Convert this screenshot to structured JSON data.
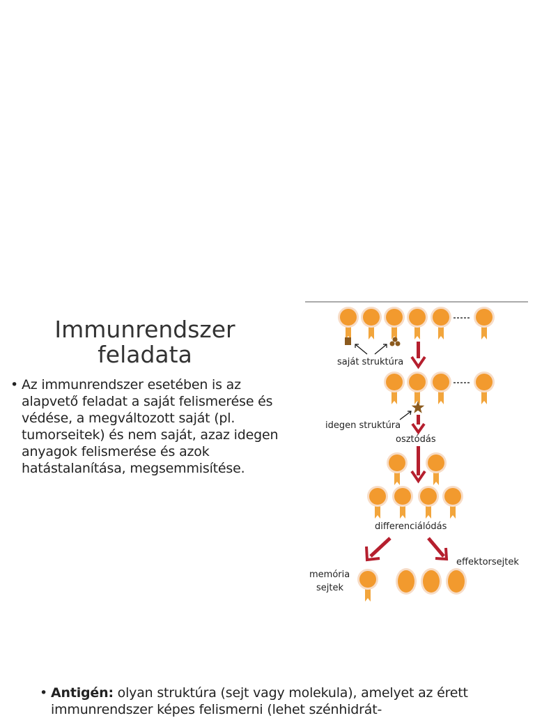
{
  "slide": {
    "title": "Immunrendszer feladata",
    "bullet1": "Az immunrendszer esetében is az alapvető feladat a saját felismerése és védése, a megváltozott saját (pl. tumorseitek) és nem saját, azaz idegen anyagok felismerése és azok hatástalanítása, megsemmisítése.",
    "bullet2_term": "Antigén:",
    "bullet2_text": " olyan struktúra (sejt vagy molekula), amelyet az érett immunrendszer képes felismerni (lehet szénhidrát-"
  },
  "figure": {
    "labels": {
      "self_structure": "saját struktúra",
      "foreign_structure": "idegen struktúra",
      "division": "osztódás",
      "differentiation": "differenciálódás",
      "memory_cells_1": "memória",
      "memory_cells_2": "sejtek",
      "effector_cells": "effektorsejtek"
    },
    "colors": {
      "cell_fill": "#f29a2e",
      "cell_ring": "#f7dcc6",
      "receptor": "#f2a53c",
      "arrow_red": "#b51f2e",
      "self_marker": "#8b5a1e"
    }
  }
}
